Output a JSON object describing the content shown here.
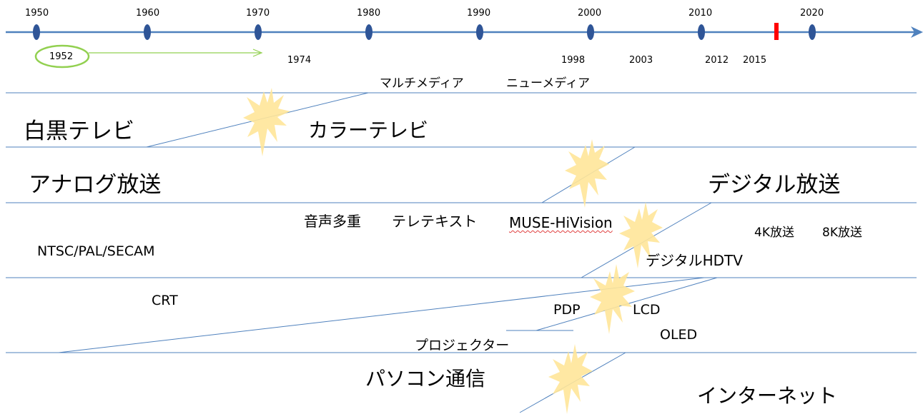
{
  "timeline": {
    "decade_labels": [
      "1950",
      "1960",
      "1970",
      "1980",
      "1990",
      "2000",
      "2010",
      "2020"
    ],
    "event_years": [
      "1952",
      "1974",
      "1998",
      "2003",
      "2012",
      "2015"
    ],
    "colors": {
      "axis": "#4f81bd",
      "marker": "#2f5597",
      "now_marker": "#ff0000",
      "circle_and_arrow": "#92d050",
      "burst": "#ffe699"
    }
  },
  "eras": {
    "multimedia": "マルチメディア",
    "new_media": "ニューメディア"
  },
  "television": {
    "black_and_white": "白黒テレビ",
    "color": "カラーテレビ"
  },
  "broadcast": {
    "analog": "アナログ放送",
    "digital": "デジタル放送",
    "multiplex_audio": "音声多重",
    "teletext": "テレテキスト",
    "muse": "MUSE-HiVision",
    "standards": "NTSC/PAL/SECAM",
    "four_k": "4K放送",
    "eight_k": "8K放送",
    "digital_hdtv": "デジタルHDTV"
  },
  "display": {
    "crt": "CRT",
    "pdp": "PDP",
    "lcd": "LCD",
    "oled": "OLED",
    "projector": "プロジェクター"
  },
  "network": {
    "pc_communication": "パソコン通信",
    "internet": "インターネット"
  }
}
